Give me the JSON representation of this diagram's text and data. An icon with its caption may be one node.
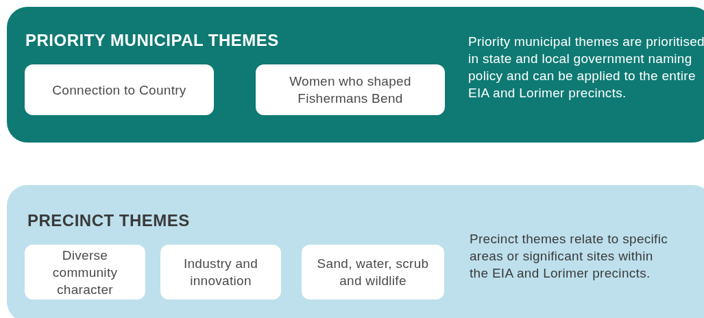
{
  "diagram": {
    "nodes": [
      {
        "text": [
          "PRIORITY MUNICIPAL THEMES",
          "Priority municipal themes are prioritised in state and local government naming policy and can be applied to the entire EIA and Lorimer precincts."
        ]
      },
      {
        "text": [
          "Connection to Country"
        ],
        "in": 0
      },
      {
        "text": [
          "Women who shaped Fishermans Bend"
        ],
        "in": 0
      },
      {
        "text": [
          "PRECINCT THEMES",
          "Precinct themes relate to specific areas or significant sites within the EIA and Lorimer precincts."
        ]
      },
      {
        "text": [
          "Diverse community character"
        ],
        "in": 3
      },
      {
        "text": [
          "Industry and innovation"
        ],
        "in": 3
      },
      {
        "text": [
          "Sand, water, scrub and wildlife"
        ],
        "in": 3
      }
    ]
  }
}
